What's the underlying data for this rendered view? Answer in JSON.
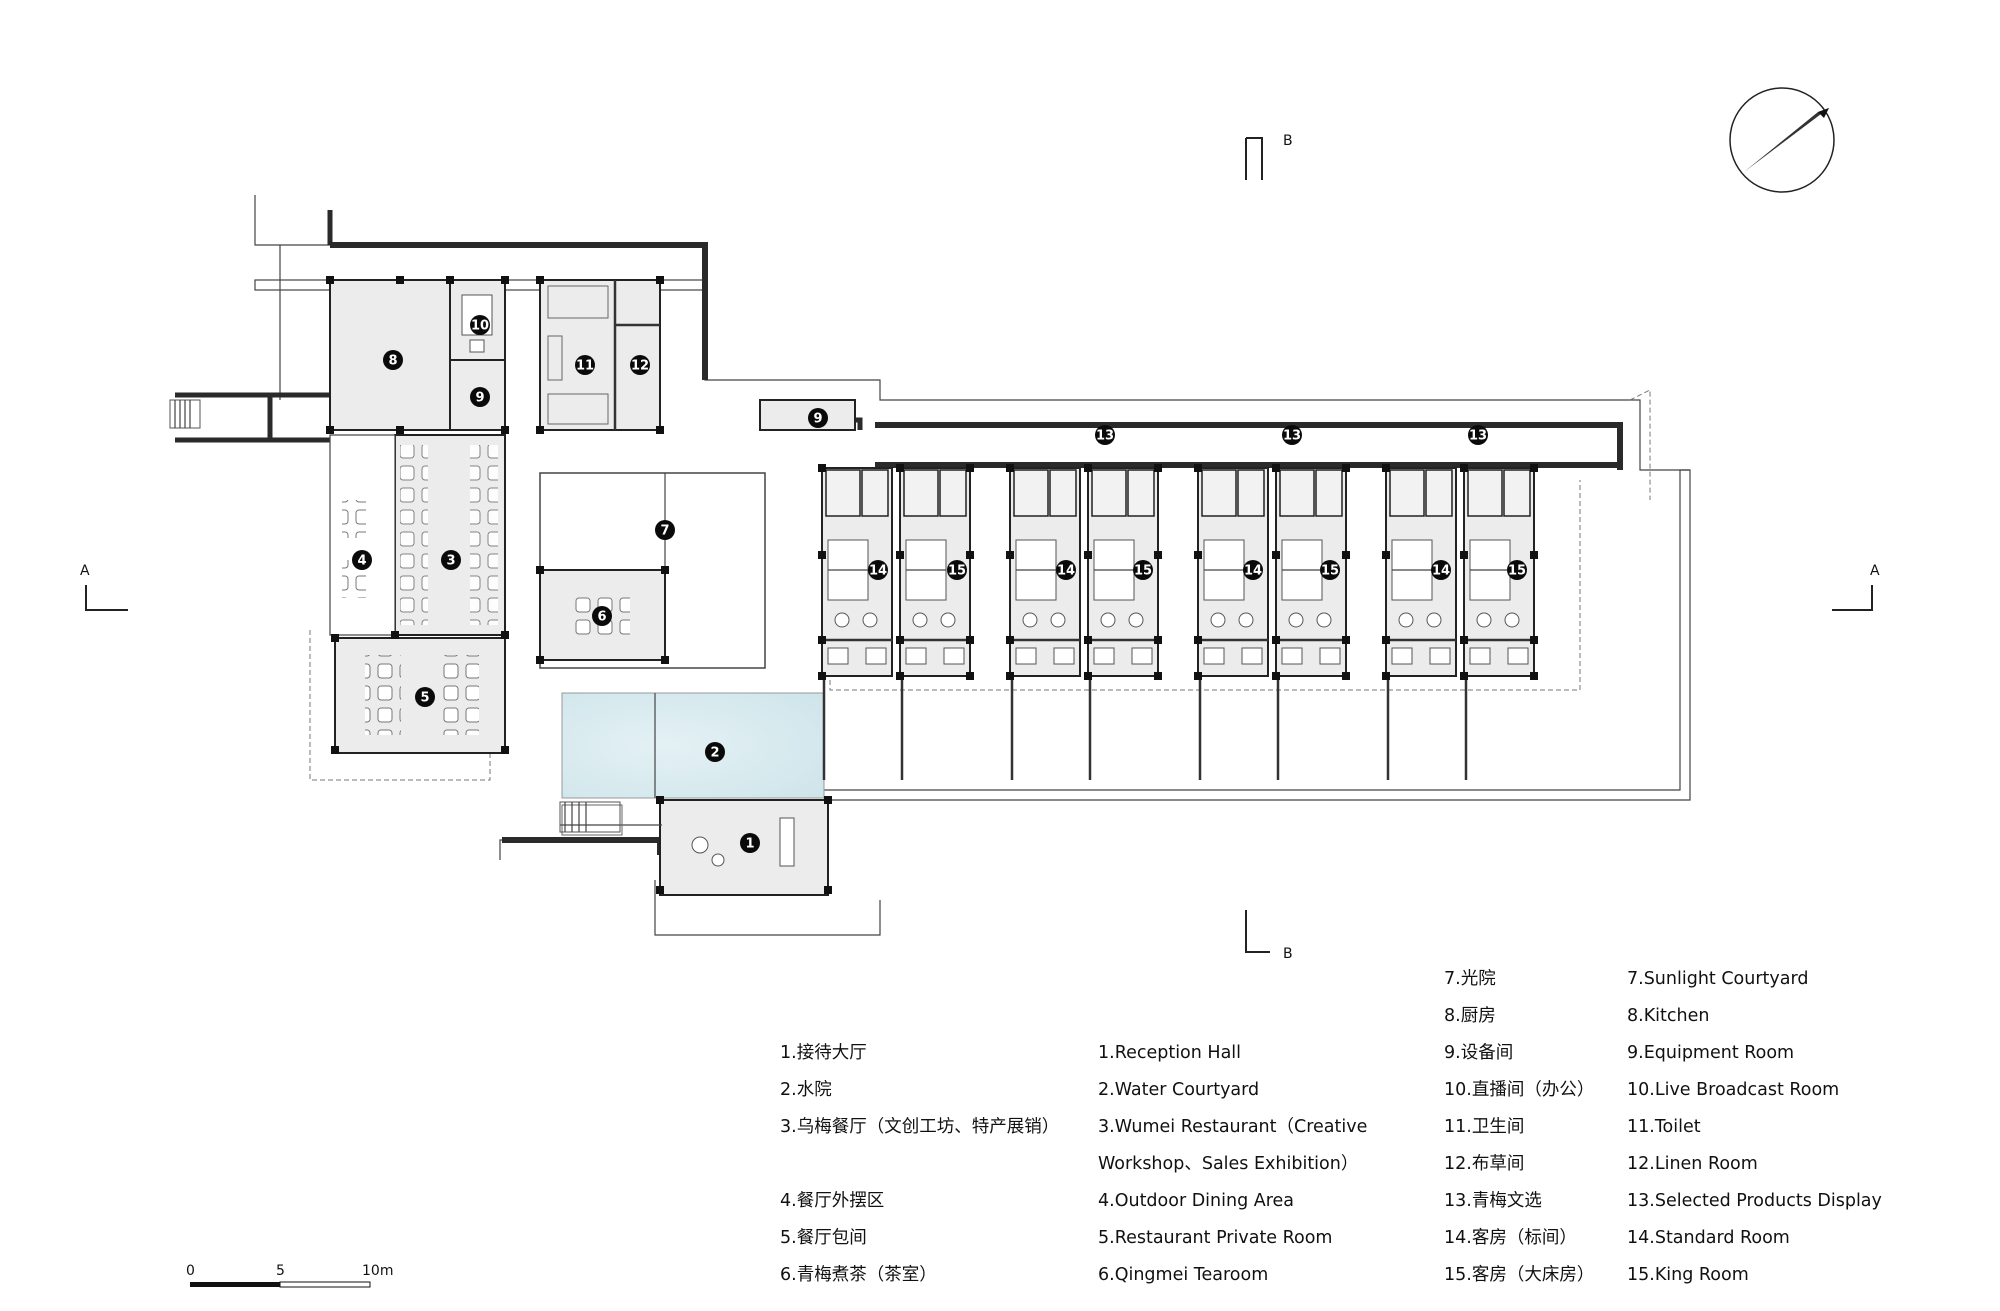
{
  "room_tags": [
    "1",
    "2",
    "3",
    "4",
    "5",
    "6",
    "7",
    "8",
    "9",
    "10",
    "11",
    "12",
    "13",
    "14",
    "15"
  ],
  "section_marks": {
    "a": "A",
    "b": "B"
  },
  "scale_bar": {
    "labels": [
      "0",
      "5",
      "10m"
    ]
  },
  "legend_col1": [
    "1.接待大厅",
    "2.水院",
    "3.乌梅餐厅（文创工坊、特产展销）",
    "",
    "4.餐厅外摆区",
    "5.餐厅包间",
    "6.青梅煮茶（茶室）"
  ],
  "legend_col2": [
    "1.Reception Hall",
    "2.Water Courtyard",
    "3.Wumei Restaurant（Creative",
    "Workshop、Sales Exhibition）",
    "4.Outdoor Dining Area",
    "5.Restaurant Private Room",
    "6.Qingmei Tearoom"
  ],
  "legend_col3": [
    "7.光院",
    "8.厨房",
    "9.设备间",
    "10.直播间（办公）",
    "11.卫生间",
    "12.布草间",
    "13.青梅文选",
    "14.客房（标间）",
    "15.客房（大床房）"
  ],
  "legend_col4": [
    "7.Sunlight Courtyard",
    "8.Kitchen",
    "9.Equipment Room",
    "10.Live Broadcast Room",
    "11.Toilet",
    "12.Linen Room",
    "13.Selected Products Display",
    "14.Standard Room",
    "15.King Room"
  ],
  "colors": {
    "wall": "#2a2a2a",
    "room_fill": "#ececec",
    "pool": "#d9ecf0",
    "tag": "#0a0a0a"
  },
  "icons": [
    "north-arrow-icon",
    "stair-icon"
  ]
}
